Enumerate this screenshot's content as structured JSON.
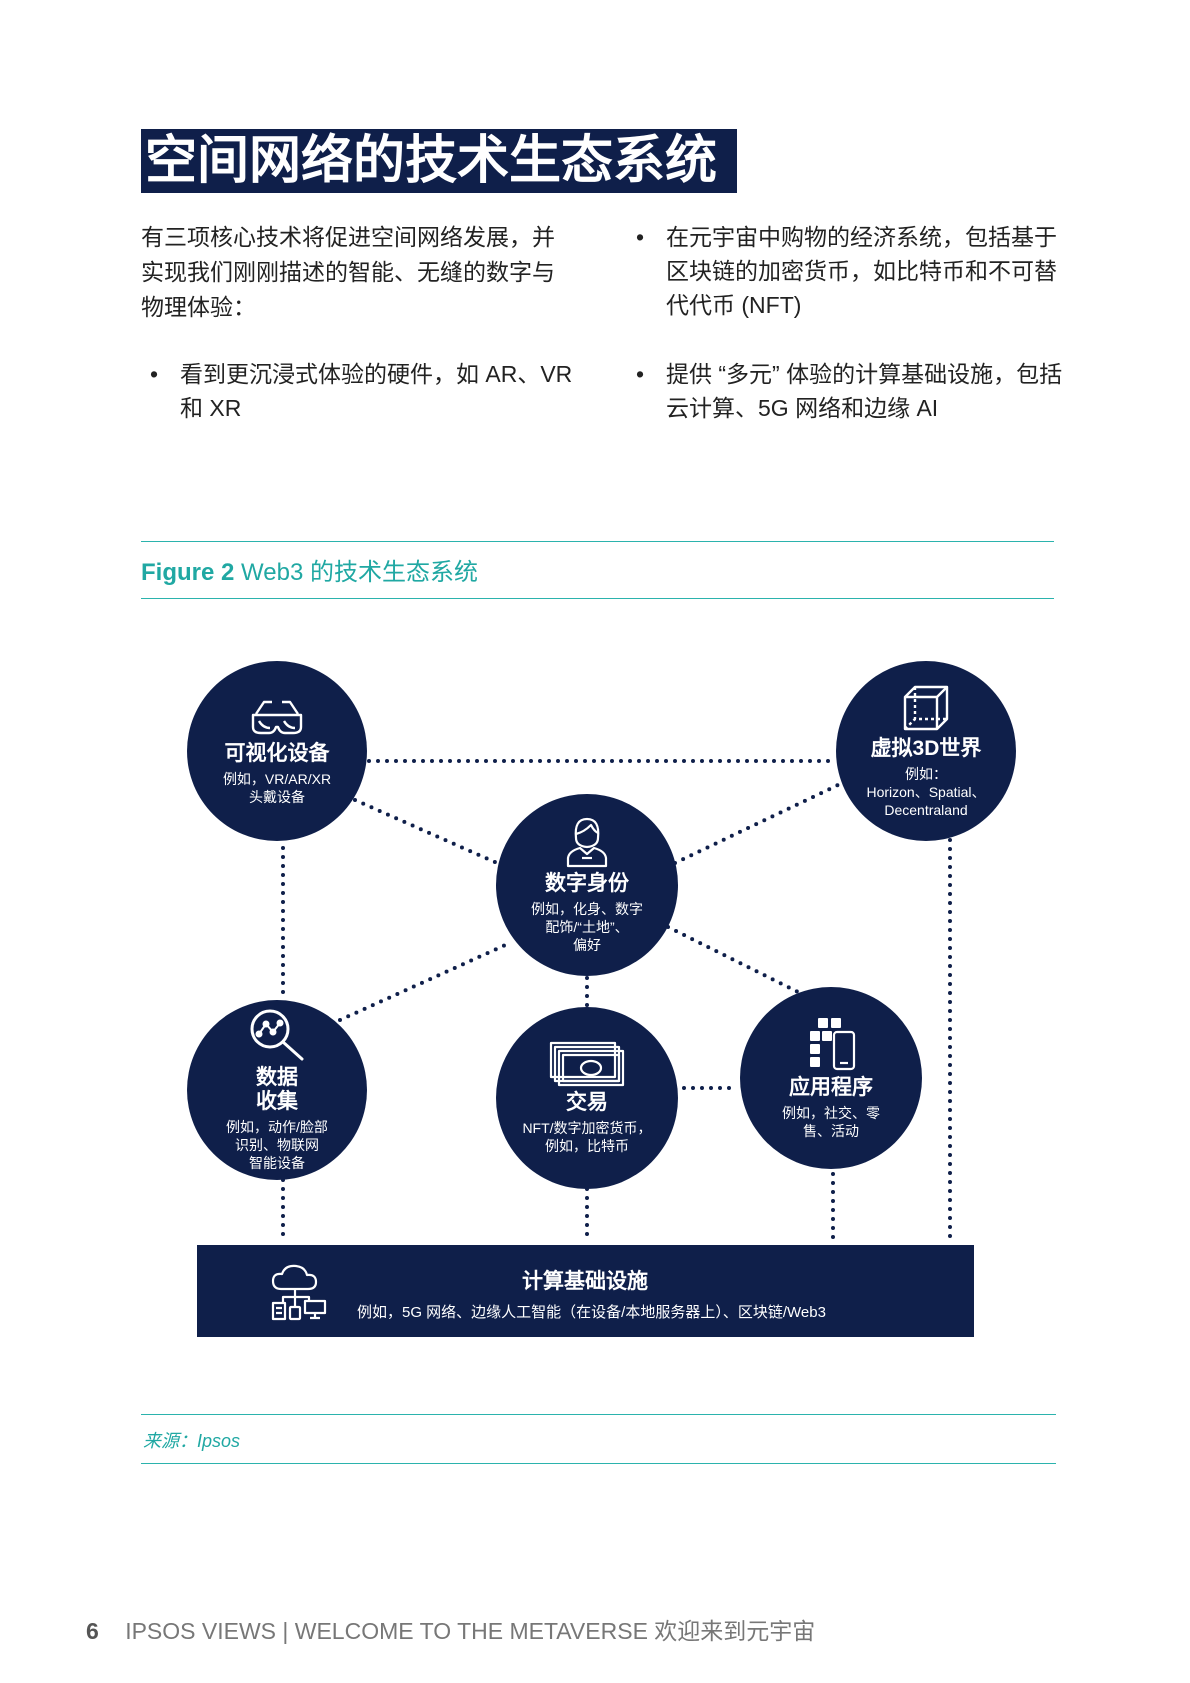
{
  "page": {
    "title": "空间网络的技术生态系统",
    "intro": [
      "有三项核心技术将促进空间网络发展，并",
      "实现我们刚刚描述的智能、无缝的数字与",
      "物理体验："
    ],
    "bullet_left": [
      "看到更沉浸式体验的硬件，如 AR、VR",
      "和 XR"
    ],
    "bullet_right_1": [
      "在元宇宙中购物的经济系统，包括基于",
      "区块链的加密货币，如比特币和不可替",
      "代代币 (NFT)"
    ],
    "bullet_right_2": [
      "提供 “多元” 体验的计算基础设施，包括",
      "云计算、5G 网络和边缘 AI"
    ],
    "bullet_symbol": "•"
  },
  "figure": {
    "label": "Figure 2",
    "caption": "Web3 的技术生态系统",
    "nodes": {
      "visual": {
        "title": "可视化设备",
        "desc": "例如，VR/AR/XR\n头戴设备",
        "icon": "vr-glasses-icon"
      },
      "virtual3d": {
        "title": "虚拟3D世界",
        "desc": "例如：\nHorizon、Spatial、\nDecentraland",
        "icon": "cube-icon"
      },
      "identity": {
        "title": "数字身份",
        "desc": "例如，化身、数字\n配饰/“土地”、\n偏好",
        "icon": "person-icon"
      },
      "data": {
        "title": "数据\n收集",
        "desc": "例如，动作/脸部\n识别、物联网\n智能设备",
        "icon": "magnifier-icon"
      },
      "trade": {
        "title": "交易",
        "desc": "NFT/数字加密货币，\n例如，比特币",
        "icon": "money-icon"
      },
      "apps": {
        "title": "应用程序",
        "desc": "例如，社交、零\n售、活动",
        "icon": "apps-icon"
      }
    },
    "infrastructure": {
      "title": "计算基础设施",
      "desc": "例如，5G 网络、边缘人工智能（在设备/本地服务器上）、区块链/Web3",
      "icon": "cloud-network-icon"
    },
    "source": "来源：Ipsos"
  },
  "footer": {
    "page_number": "6",
    "text": "IPSOS VIEWS | WELCOME TO THE METAVERSE 欢迎来到元宇宙"
  },
  "colors": {
    "navy": "#0f1f4a",
    "teal": "#2bb3ad"
  }
}
